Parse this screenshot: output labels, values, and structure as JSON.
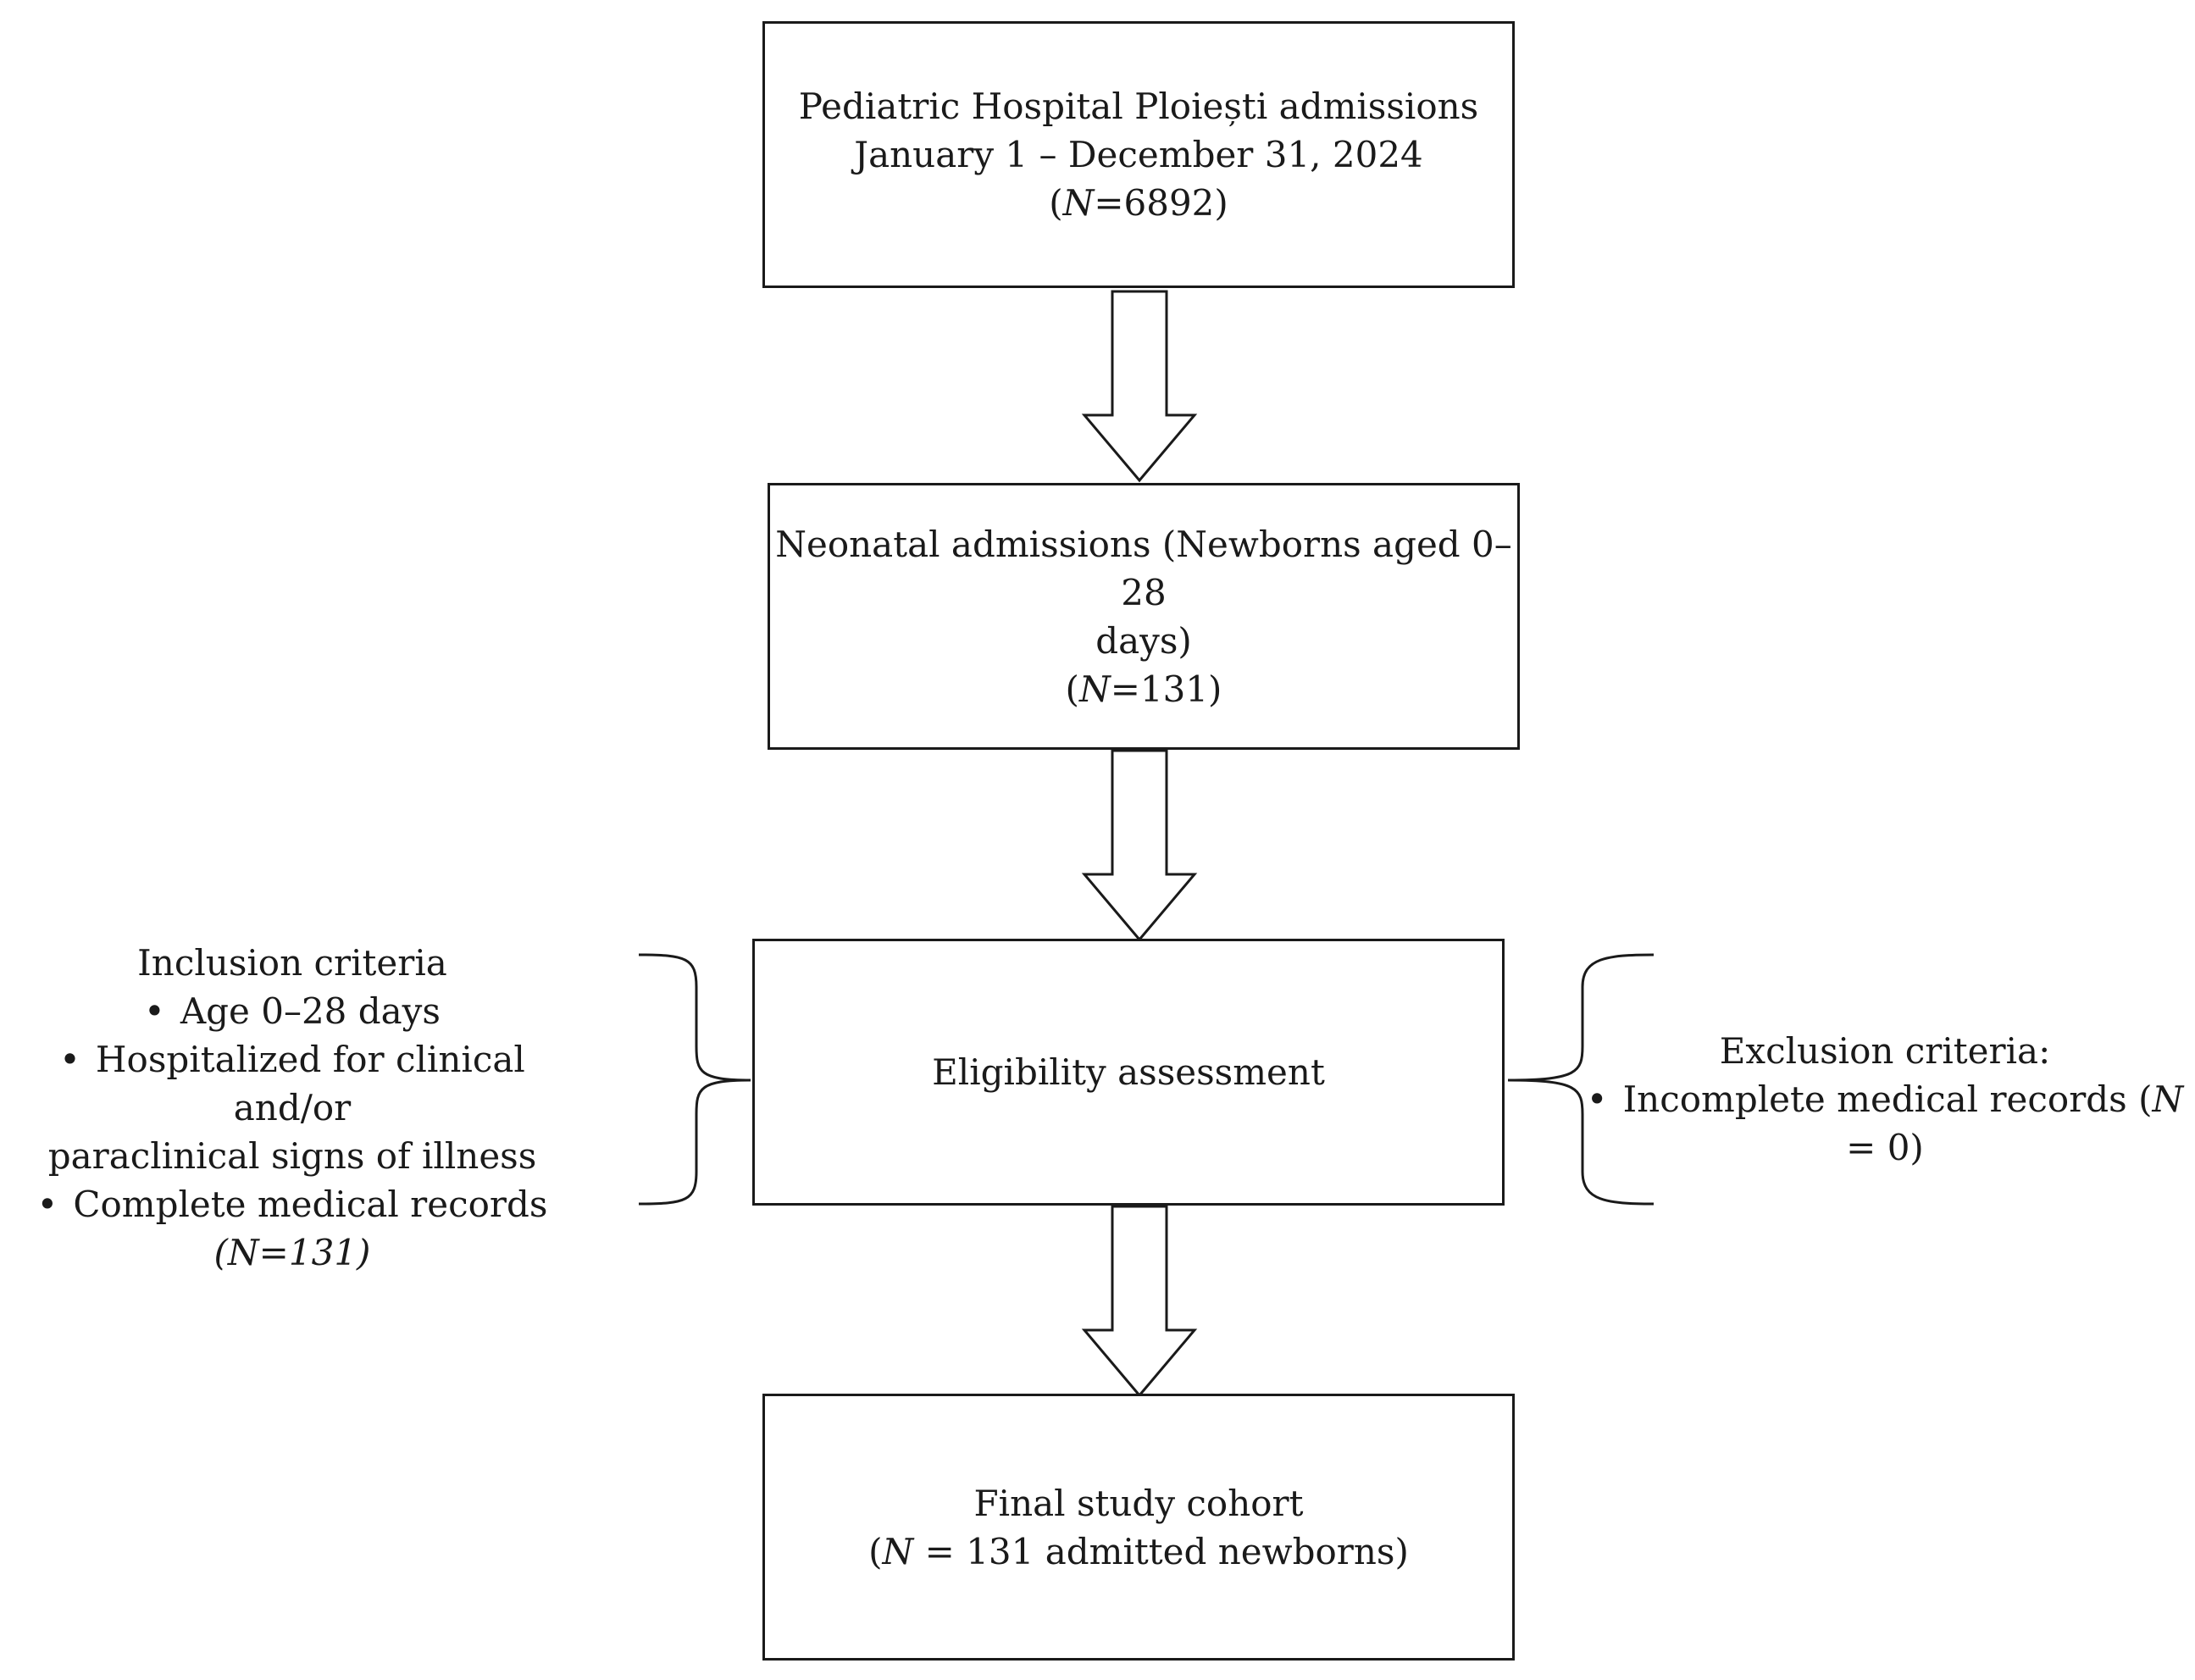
{
  "boxes": {
    "admissions": {
      "line1": "Pediatric Hospital Ploiești admissions",
      "line2": "January 1 – December 31, 2024",
      "n_italic": "N",
      "n_rest": "=6892)"
    },
    "neonatal": {
      "line1": "Neonatal admissions  (Newborns aged 0–28",
      "line2": "days)",
      "n_italic": "N",
      "n_rest": "=131)"
    },
    "eligibility": {
      "label": "Eligibility assessment"
    },
    "final": {
      "line1": "Final study cohort",
      "n_italic": "N",
      "n_rest": " = 131 admitted newborns)"
    }
  },
  "inclusion": {
    "title": "Inclusion criteria",
    "items": [
      "Age 0–28 days",
      "Hospitalized for clinical and/or",
      "paraclinical signs of illness",
      "Complete medical records"
    ],
    "count": "(N=131)"
  },
  "exclusion": {
    "title": "Exclusion criteria:",
    "item_text": "Incomplete medical records (",
    "item_n": "N",
    "item_rest": " = 0)"
  },
  "colors": {
    "stroke": "#1a1a1a",
    "background": "#ffffff"
  }
}
